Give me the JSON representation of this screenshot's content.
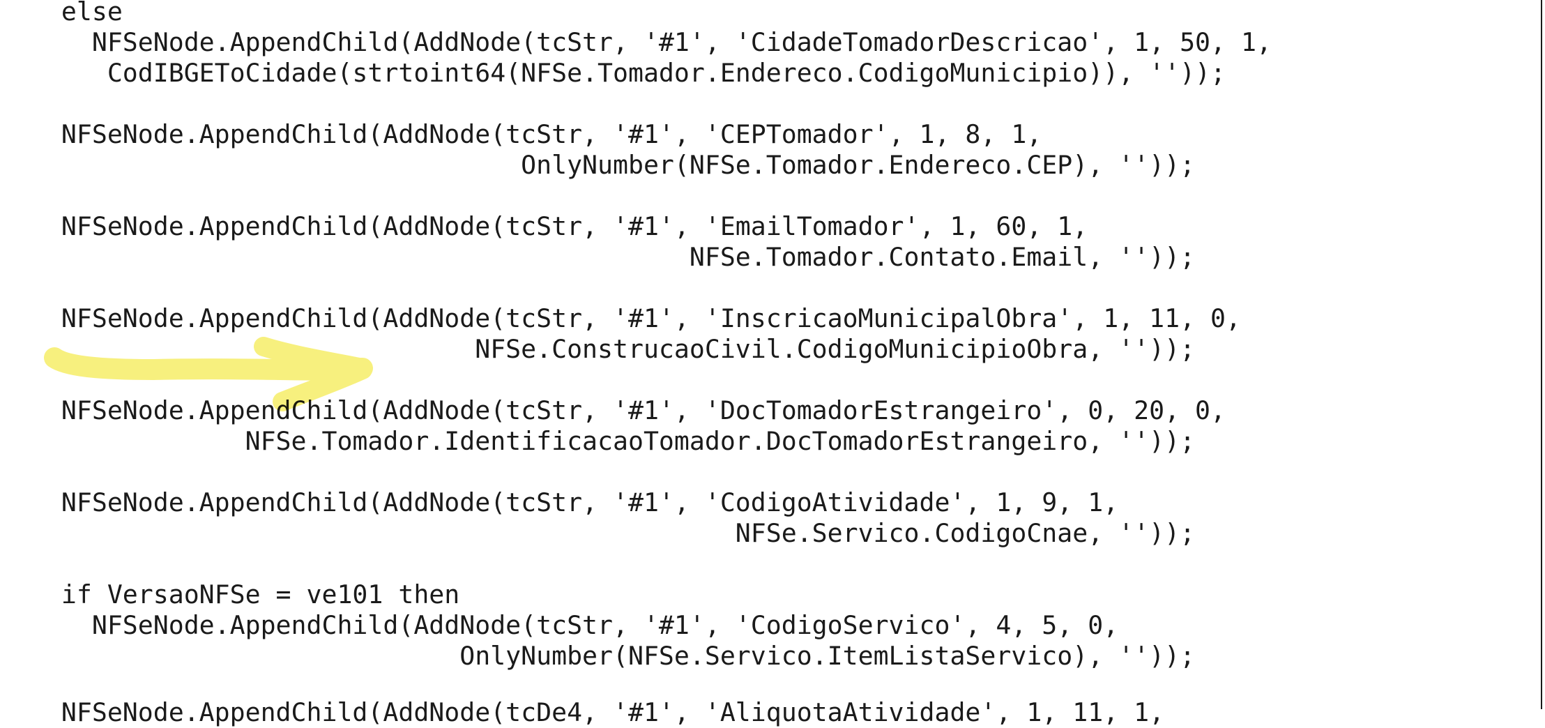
{
  "code_lines": [
    "    else",
    "      NFSeNode.AppendChild(AddNode(tcStr, '#1', 'CidadeTomadorDescricao', 1, 50, 1,",
    "       CodIBGEToCidade(strtoint64(NFSe.Tomador.Endereco.CodigoMunicipio)), ''));",
    "",
    "    NFSeNode.AppendChild(AddNode(tcStr, '#1', 'CEPTomador', 1, 8, 1,",
    "                                  OnlyNumber(NFSe.Tomador.Endereco.CEP), ''));",
    "",
    "    NFSeNode.AppendChild(AddNode(tcStr, '#1', 'EmailTomador', 1, 60, 1,",
    "                                             NFSe.Tomador.Contato.Email, ''));",
    "",
    "    NFSeNode.AppendChild(AddNode(tcStr, '#1', 'InscricaoMunicipalObra', 1, 11, 0,",
    "                               NFSe.ConstrucaoCivil.CodigoMunicipioObra, ''));",
    "",
    "    NFSeNode.AppendChild(AddNode(tcStr, '#1', 'DocTomadorEstrangeiro', 0, 20, 0,",
    "                NFSe.Tomador.IdentificacaoTomador.DocTomadorEstrangeiro, ''));",
    "",
    "    NFSeNode.AppendChild(AddNode(tcStr, '#1', 'CodigoAtividade', 1, 9, 1,",
    "                                                NFSe.Servico.CodigoCnae, ''));",
    "",
    "    if VersaoNFSe = ve101 then",
    "      NFSeNode.AppendChild(AddNode(tcStr, '#1', 'CodigoServico', 4, 5, 0,",
    "                              OnlyNumber(NFSe.Servico.ItemListaServico), ''));",
    "",
    "    NFSeNode.AppendChild(AddNode(tcDe4, '#1', 'AliquotaAtividade', 1, 11, 1,"
  ],
  "highlight": {
    "color": "#f5ec5a",
    "icon": "arrow-right-icon"
  }
}
